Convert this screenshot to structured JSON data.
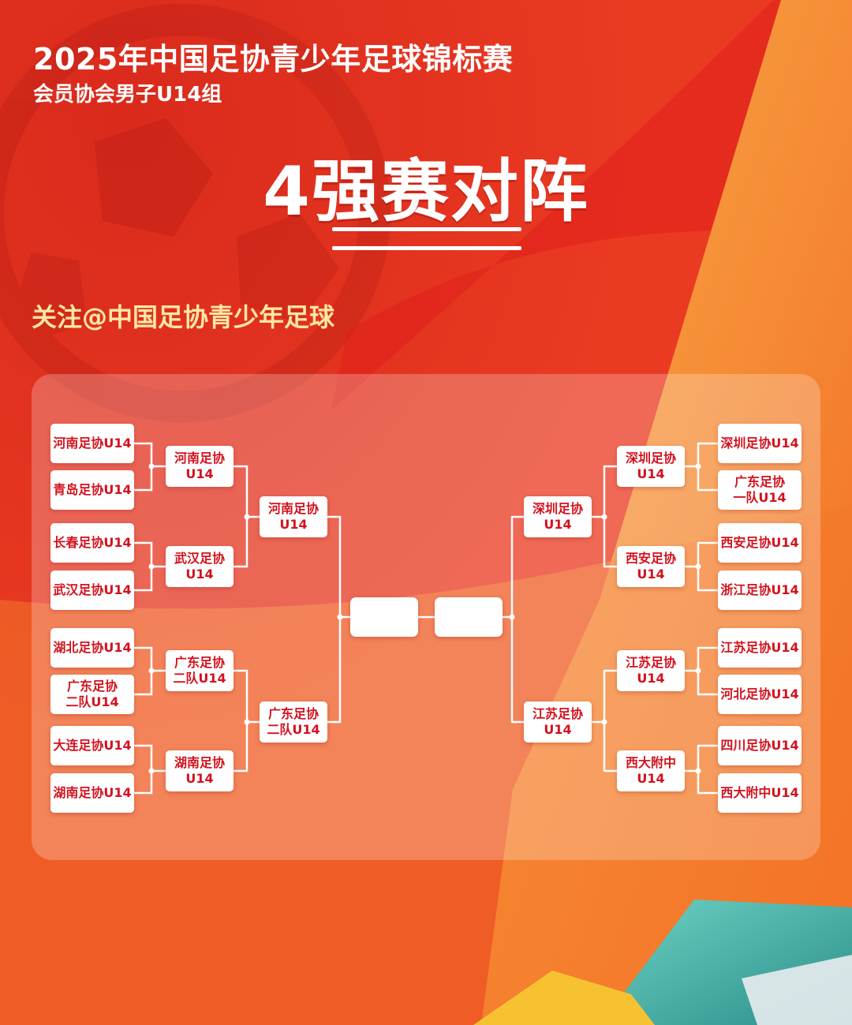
{
  "header": {
    "title": "2025年中国足协青少年足球锦标赛",
    "subtitle": "会员协会男子U14组",
    "round_title": "4强赛对阵",
    "follow": "关注@中国足协青少年足球"
  },
  "bracket": {
    "left": {
      "r16": [
        "河南足协U14",
        "青岛足协U14",
        "长春足协U14",
        "武汉足协U14",
        "湖北足协U14",
        "广东足协\n二队U14",
        "大连足协U14",
        "湖南足协U14"
      ],
      "qf": [
        "河南足协\nU14",
        "武汉足协\nU14",
        "广东足协\n二队U14",
        "湖南足协\nU14"
      ],
      "sf": [
        "河南足协\nU14",
        "广东足协\n二队U14"
      ]
    },
    "right": {
      "r16": [
        "深圳足协U14",
        "广东足协\n一队U14",
        "西安足协U14",
        "浙江足协U14",
        "江苏足协U14",
        "河北足协U14",
        "四川足协U14",
        "西大附中U14"
      ],
      "qf": [
        "深圳足协\nU14",
        "西安足协\nU14",
        "江苏足协\nU14",
        "西大附中\nU14"
      ],
      "sf": [
        "深圳足协\nU14",
        "江苏足协\nU14"
      ]
    },
    "final": [
      "",
      ""
    ]
  },
  "colors": {
    "background_red": "#e8301f",
    "accent_orange": "#f58a2a",
    "team_text": "#d2121e",
    "follow_text": "#ffe7a0",
    "teal": "#3aa8a0",
    "yellow": "#f7c232"
  }
}
